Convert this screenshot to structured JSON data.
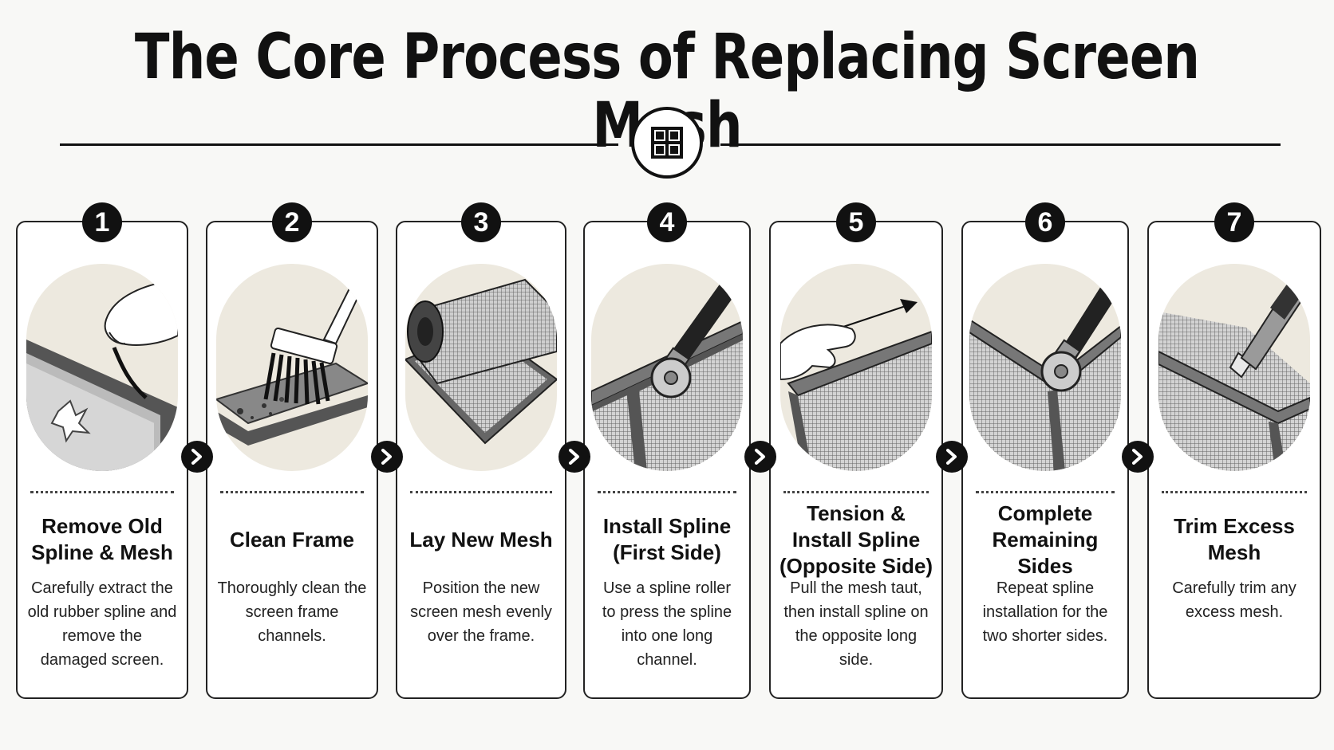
{
  "title": "The Core Process of Replacing Screen Mesh",
  "emblem_icon": "window-icon",
  "steps": [
    {
      "number": "1",
      "title": "Remove Old Spline & Mesh",
      "desc": "Carefully extract the old rubber spline and remove the damaged screen.",
      "icon": "hand-pulling-spline-icon"
    },
    {
      "number": "2",
      "title": "Clean Frame",
      "desc": "Thoroughly clean the screen frame channels.",
      "icon": "brush-cleaning-frame-icon"
    },
    {
      "number": "3",
      "title": "Lay New Mesh",
      "desc": "Position the new screen mesh evenly over the frame.",
      "icon": "mesh-roll-icon"
    },
    {
      "number": "4",
      "title": "Install Spline (First Side)",
      "desc": "Use a spline roller to press the spline into one long channel.",
      "icon": "spline-roller-icon"
    },
    {
      "number": "5",
      "title": "Tension & Install Spline (Opposite Side)",
      "desc": "Pull the mesh taut, then install spline on the opposite long side.",
      "icon": "hand-tensioning-mesh-icon"
    },
    {
      "number": "6",
      "title": "Complete Remaining Sides",
      "desc": "Repeat spline installation for the two shorter sides.",
      "icon": "spline-roller-corner-icon"
    },
    {
      "number": "7",
      "title": "Trim Excess Mesh",
      "desc": "Carefully trim any excess mesh.",
      "icon": "utility-knife-icon"
    }
  ],
  "arrow_icon": "chevron-right-icon",
  "colors": {
    "background": "#f8f8f6",
    "ink": "#111111",
    "illustration_bg": "#ede9df"
  }
}
